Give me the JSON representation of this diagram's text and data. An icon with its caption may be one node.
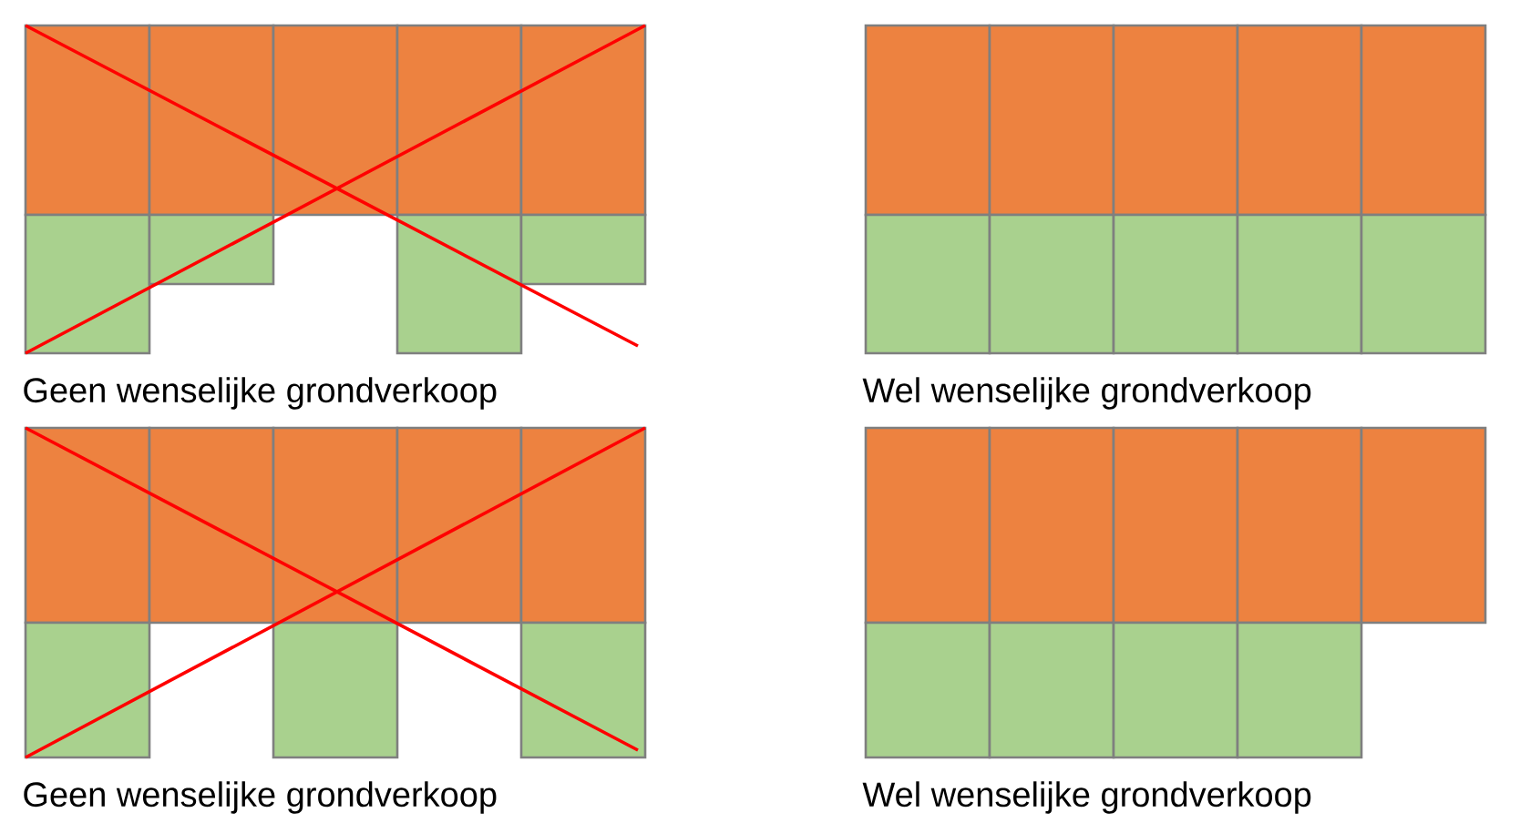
{
  "diagram": {
    "labels": [
      "Geen wenselijke grondverkoop",
      "Wel wenselijke grondverkoop",
      "Geen wenselijke grondverkoop",
      "Wel wenselijke grondverkoop"
    ]
  }
}
